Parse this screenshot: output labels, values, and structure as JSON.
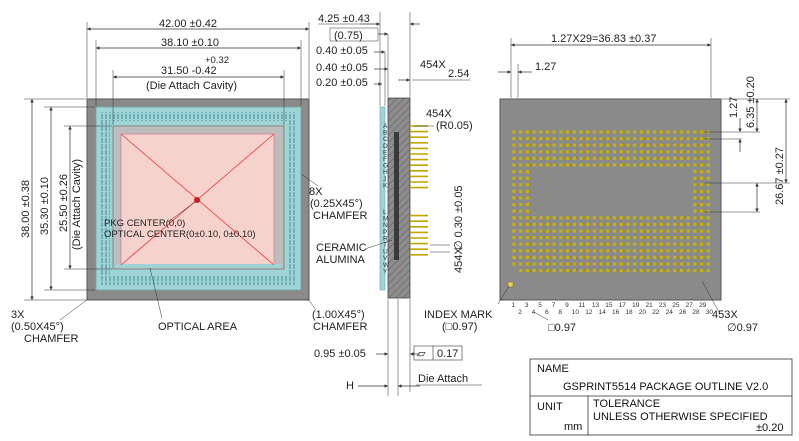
{
  "front_view": {
    "dim_width_total": "42.00 ±0.42",
    "dim_width_inner": "38.10 ±0.10",
    "dim_cavity_tol_upper": "+0.32",
    "dim_cavity_width": "31.50  -0.42",
    "dim_cavity_label": "(Die Attach Cavity)",
    "dim_height_total": "38.00 ±0.38",
    "dim_height_inner": "35.30 ±0.10",
    "dim_height_cavity": "25.50 ±0.26",
    "dim_height_cavity_label": "(Die Attach Cavity)",
    "pkg_center": "PKG CENTER(0,0)",
    "optical_center": "OPTICAL CENTER(0±0.10, 0±0.10)",
    "chamfer_8x_count": "8X",
    "chamfer_8x_size": "(0.25X45°)",
    "chamfer_8x_word": "CHAMFER",
    "chamfer_3x_count": "3X",
    "chamfer_3x_size": "(0.50X45°)",
    "chamfer_3x_word": "CHAMFER",
    "chamfer_1x_size": "(1.00X45°)",
    "chamfer_1x_word": "CHAMFER",
    "optical_area": "OPTICAL AREA"
  },
  "side_view": {
    "dim_thickness": "4.25 ±0.43",
    "dim_075": "(0.75)",
    "dim_040_a": "0.40 ±0.05",
    "dim_040_b": "0.40 ±0.05",
    "dim_020": "0.20 ±0.05",
    "dim_454x_254_count": "454X",
    "dim_454x_254_value": "2.54",
    "dim_454x_r_count": "454X",
    "dim_454x_r_value": "(R0.05)",
    "dim_pin_dia_count": "454X",
    "dim_pin_dia_value": "∅ 0.30 ±0.05",
    "ceramic_1": "CERAMIC",
    "ceramic_2": "ALUMINA",
    "dim_095": "0.95 ±0.05",
    "flatness_symbol": "⏥",
    "flatness_value": "0.17",
    "dim_h": "H",
    "die_attach": "Die Attach",
    "row_letters_top": [
      "A",
      "B",
      "C",
      "D",
      "E",
      "F",
      "G",
      "H",
      "J",
      "K"
    ],
    "row_letters_bottom": [
      "L",
      "M",
      "N",
      "P",
      "R",
      "T",
      "U",
      "V",
      "W",
      "Y"
    ]
  },
  "bottom_view": {
    "dim_pitch_total": "1.27X29=36.83 ±0.37",
    "dim_pitch": "1.27",
    "dim_127_v": "1.27",
    "dim_635": "6.35 ±0.20",
    "dim_2667": "26.67 ±0.27",
    "index_mark": "INDEX MARK",
    "index_mark_size": "(□0.97)",
    "pad_size": "□0.97",
    "pad_count_dia": "453X",
    "pad_dia": "∅0.97",
    "col_numbers": [
      "1",
      "2",
      "3",
      "4",
      "5",
      "6",
      "7",
      "8",
      "9",
      "10",
      "11",
      "12",
      "13",
      "14",
      "15",
      "16",
      "17",
      "18",
      "19",
      "20",
      "21",
      "22",
      "23",
      "24",
      "25",
      "26",
      "27",
      "28",
      "29",
      "30"
    ]
  },
  "title_block": {
    "name_label": "NAME",
    "name_value": "GSPRINT5514 PACKAGE OUTLINE V2.0",
    "unit_label": "UNIT",
    "unit_value": "mm",
    "tolerance_label": "TOLERANCE",
    "tolerance_desc": "UNLESS OTHERWISE SPECIFIED",
    "tolerance_value": "±0.20"
  },
  "colors": {
    "package_gray": "#8a8a8a",
    "window_teal": "#9fd3d6",
    "inner_gray": "#b5b5b5",
    "optical_pink": "#f6d2cc",
    "center_dot": "#d11a1a",
    "pad_yellow": "#c6b200",
    "side_pin_gold": "#c0a400"
  }
}
